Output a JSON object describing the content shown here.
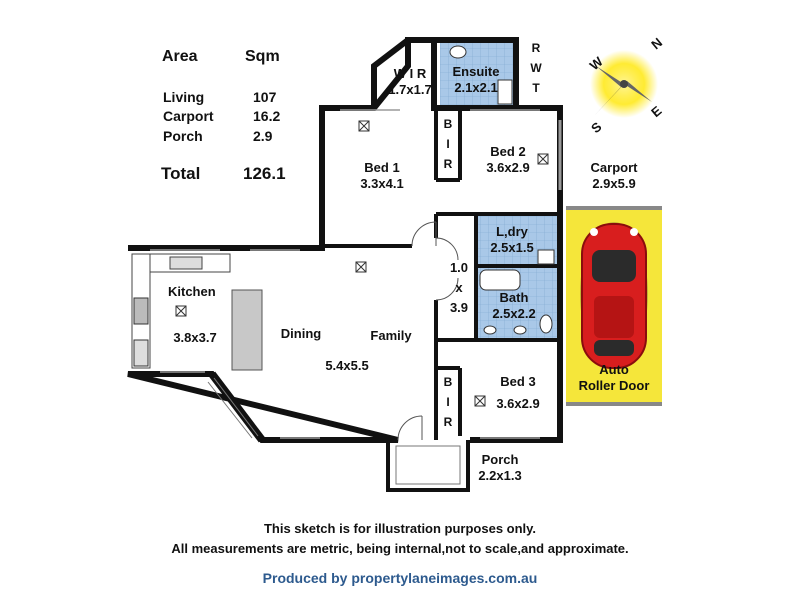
{
  "area_table": {
    "header_area": "Area",
    "header_sqm": "Sqm",
    "rows": [
      {
        "label": "Living",
        "value": "107"
      },
      {
        "label": "Carport",
        "value": "16.2"
      },
      {
        "label": "Porch",
        "value": "2.9"
      }
    ],
    "total_label": "Total",
    "total_value": "126.1"
  },
  "compass": {
    "n": "N",
    "e": "E",
    "s": "S",
    "w": "W"
  },
  "rooms": {
    "wir": {
      "name": "W I R",
      "size": "1.7x1.7"
    },
    "ensuite": {
      "name": "Ensuite",
      "size": "2.1x2.1"
    },
    "rwt": [
      "R",
      "W",
      "T"
    ],
    "bed1": {
      "name": "Bed 1",
      "size": "3.3x4.1"
    },
    "bir_top": [
      "B",
      "I",
      "R"
    ],
    "bed2": {
      "name": "Bed 2",
      "size": "3.6x2.9"
    },
    "carport": {
      "name": "Carport",
      "size": "2.9x5.9"
    },
    "laundry": {
      "name": "L,dry",
      "size": "2.5x1.5"
    },
    "hall": [
      "1.0",
      "x",
      "3.9"
    ],
    "bath": {
      "name": "Bath",
      "size": "2.5x2.2"
    },
    "kitchen": {
      "name": "Kitchen",
      "size": "3.8x3.7"
    },
    "dining": {
      "name": "Dining"
    },
    "family": {
      "name": "Family",
      "size": "5.4x5.5"
    },
    "bir_bottom": [
      "B",
      "I",
      "R"
    ],
    "bed3": {
      "name": "Bed 3",
      "size": "3.6x2.9"
    },
    "porch": {
      "name": "Porch",
      "size": "2.2x1.3"
    },
    "roller_door": {
      "line1": "Auto",
      "line2": "Roller Door"
    }
  },
  "footer": {
    "disclaimer1": "This sketch is for illustration purposes only.",
    "disclaimer2": "All measurements are metric, being internal,not to scale,and approximate.",
    "credit": "Produced by propertylaneimages.com.au"
  },
  "colors": {
    "wall": "#111111",
    "wet_area": "#a9c8e8",
    "carport": "#f5e63a",
    "car": "#d81e1e",
    "compass_glow": "#ffe600",
    "credit": "#2d5a8e"
  }
}
